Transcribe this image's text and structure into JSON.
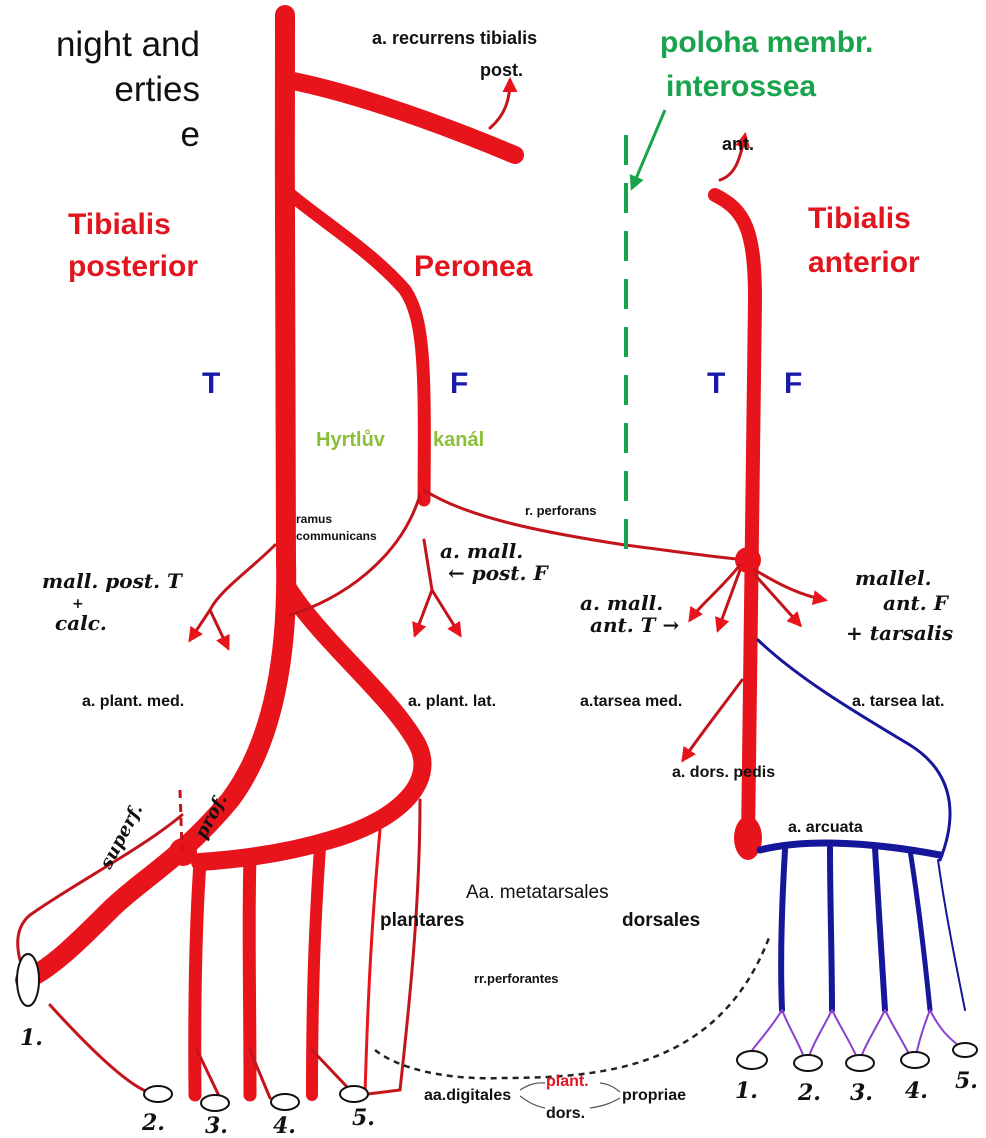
{
  "corner_text": [
    "night and",
    "erties",
    "e"
  ],
  "labels": {
    "recurrens_1": "a. recurrens tibialis",
    "recurrens_2": "post.",
    "membrana_1": "poloha membr.",
    "membrana_2": "interossea",
    "ant": "ant.",
    "tib_post_1": "Tibialis",
    "tib_post_2": "posterior",
    "peronea": "Peronea",
    "tib_ant_1": "Tibialis",
    "tib_ant_2": "anterior",
    "t_left": "T",
    "f_left": "F",
    "t_right": "T",
    "f_right": "F",
    "hyrtl_1": "Hyrtlův",
    "hyrtl_2": "kanál",
    "ramus_1": "ramus",
    "ramus_2": "communicans",
    "perforans": "r. perforans",
    "plant_med": "a. plant. med.",
    "plant_lat": "a. plant. lat.",
    "tarsea_med": "a.tarsea med.",
    "tarsea_lat": "a. tarsea lat.",
    "dors_pedis": "a. dors. pedis",
    "arcuata": "a. arcuata",
    "metatarsales": "Aa. metatarsales",
    "plantares": "plantares",
    "dorsales": "dorsales",
    "perforantes": "rr.perforantes",
    "digitales": "aa.digitales",
    "plant": "plant.",
    "dors": "dors.",
    "propriae": "propriae"
  },
  "handwritten": {
    "mall_post_t_1": "mall. post. T",
    "mall_post_t_2": "+",
    "mall_post_t_3": "calc.",
    "mall_post_f_1": "a. mall.",
    "mall_post_f_2": "← post. F",
    "mall_ant_t_1": "a. mall.",
    "mall_ant_t_2": "ant. T →",
    "mall_ant_f_1": "mallel.",
    "mall_ant_f_2": "ant. F",
    "mall_ant_f_3": "+ tarsalis",
    "superf": "superf.",
    "prof": "prof."
  },
  "digit_numbers_left": [
    "1.",
    "2.",
    "3.",
    "4.",
    "5."
  ],
  "digit_numbers_right": [
    "1.",
    "2.",
    "3.",
    "4.",
    "5."
  ],
  "colors": {
    "artery": "#e8141b",
    "dorsal_blue": "#16169a",
    "digital_purple": "#8a3fd1",
    "label_red": "#e2141e",
    "label_green": "#19a34c",
    "label_blue": "#1a1aa8",
    "hyrtl_green": "#8bbf3a"
  }
}
